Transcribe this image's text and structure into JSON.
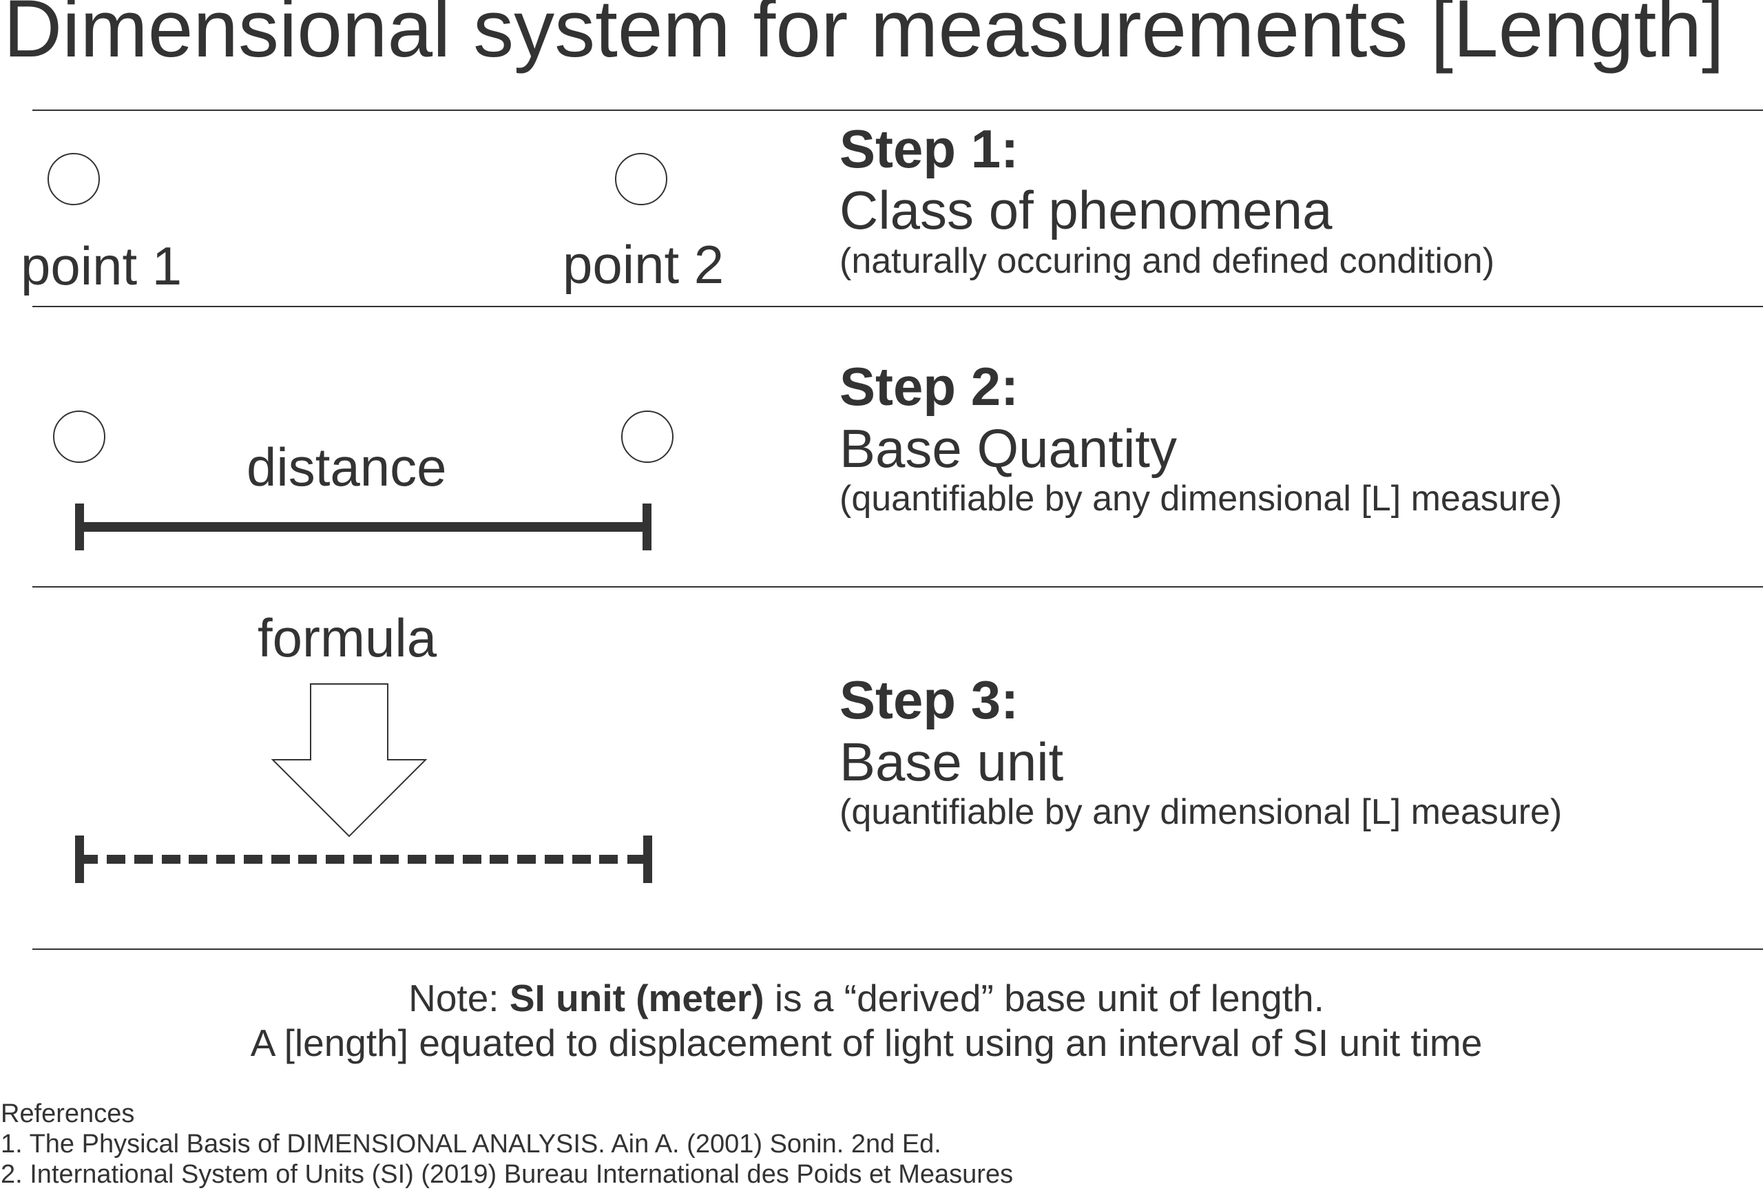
{
  "title": "Dimensional system for measurements [Length]",
  "steps": [
    {
      "heading": "Step 1:",
      "name": "Class of phenomena",
      "description": "(naturally occuring and defined condition)",
      "figure": {
        "type": "two-points",
        "labels": [
          "point 1",
          "point 2"
        ]
      }
    },
    {
      "heading": "Step 2:",
      "name": "Base Quantity",
      "description": "(quantifiable by any dimensional [L] measure)",
      "figure": {
        "type": "solid-ruler",
        "label": "distance"
      }
    },
    {
      "heading": "Step 3:",
      "name": "Base unit",
      "description": "(quantifiable by any dimensional [L] measure)",
      "figure": {
        "type": "dashed-ruler-with-arrow",
        "label": "formula"
      }
    }
  ],
  "note": {
    "prefix": "Note: ",
    "bold": "SI unit (meter)",
    "suffix": " is a “derived” base unit of length.",
    "line2": "A [length] equated to displacement of light using an interval of SI unit time"
  },
  "references": {
    "heading": "References",
    "items": [
      "1. The Physical Basis of DIMENSIONAL ANALYSIS. Ain A. (2001) Sonin. 2nd Ed.",
      "2. International System of Units (SI) (2019) Bureau International des Poids et Measures"
    ]
  },
  "colors": {
    "ink": "#333333",
    "background": "#ffffff"
  }
}
